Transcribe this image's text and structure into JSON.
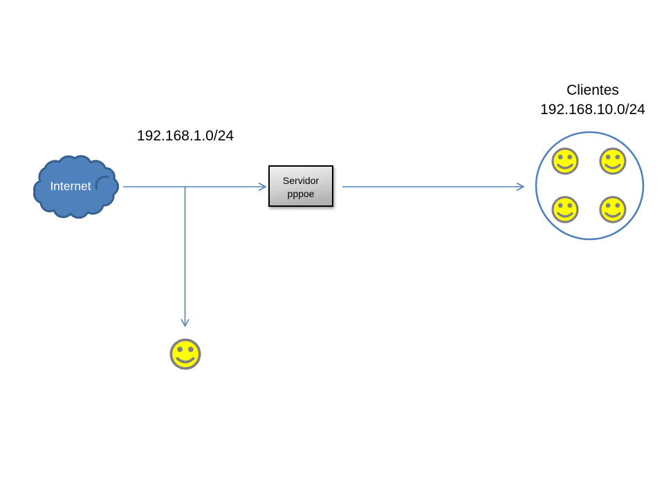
{
  "diagram": {
    "internet": {
      "label": "Internet"
    },
    "wan_subnet": {
      "label": "192.168.1.0/24"
    },
    "server": {
      "line1": "Servidor",
      "line2": "pppoe"
    },
    "clients": {
      "title": "Clientes",
      "subnet": "192.168.10.0/24",
      "count": "4"
    },
    "colors": {
      "connector": "#4f81bd",
      "cloud_fill": "#4f81bd",
      "cloud_stroke": "#38608f",
      "circle_stroke": "#4f81bd",
      "smiley_fill": "#ffff00",
      "smiley_stroke": "#808080",
      "server_border": "#000000",
      "text": "#000000",
      "internet_text": "#ffffff"
    }
  }
}
